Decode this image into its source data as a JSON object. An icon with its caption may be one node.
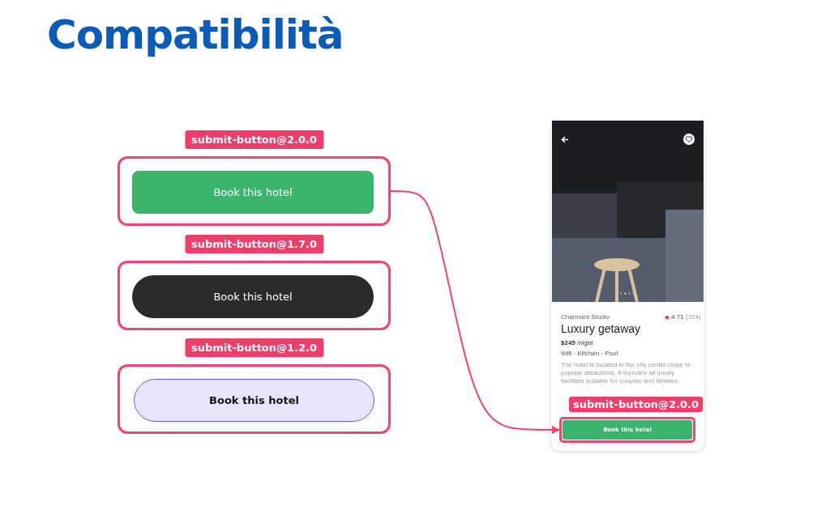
{
  "diagram": {
    "title": "Compatibilità",
    "nodes": [
      {
        "text": [
          "submit-button@2.0.0"
        ]
      },
      {
        "text": [
          "Book this hotel"
        ],
        "in": 0
      },
      {
        "text": [
          "submit-button@1.7.0"
        ]
      },
      {
        "text": [
          "Book this hotel"
        ],
        "in": 2
      },
      {
        "text": [
          "submit-button@1.2.0"
        ]
      },
      {
        "text": [
          "Book this hotel"
        ],
        "in": 4
      },
      {
        "text": [
          "Charmant Studio",
          "4.71",
          "(324)",
          "Luxury getaway",
          "**$245** /night",
          "Wifi · Kitchen · Pool",
          "The hotel is located in the city center close to popular attractions. It includes all luxury facilities suitable for couples and families."
        ]
      },
      {
        "text": [
          "submit-button@2.0.0"
        ],
        "in": 6
      },
      {
        "text": [
          "Book this hotel"
        ],
        "in": 7
      }
    ],
    "edges": [
      {
        "from": 0,
        "to": 7,
        "arrow": "to"
      }
    ]
  }
}
